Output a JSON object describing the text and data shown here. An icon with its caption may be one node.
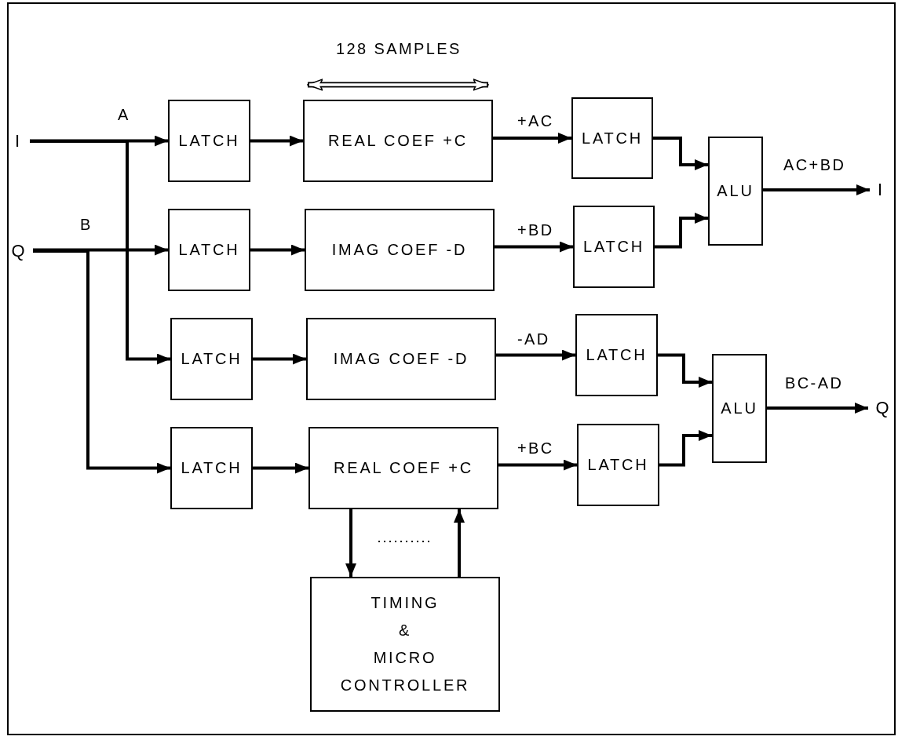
{
  "diagram": {
    "nodes": [
      {
        "text": [
          "I"
        ]
      },
      {
        "text": [
          "Q"
        ]
      },
      {
        "text": [
          "LATCH"
        ]
      },
      {
        "text": [
          "LATCH"
        ]
      },
      {
        "text": [
          "LATCH"
        ]
      },
      {
        "text": [
          "LATCH"
        ]
      },
      {
        "text": [
          "REAL COEF +C"
        ]
      },
      {
        "text": [
          "IMAG COEF -D"
        ]
      },
      {
        "text": [
          "IMAG COEF -D"
        ]
      },
      {
        "text": [
          "REAL COEF +C"
        ]
      },
      {
        "text": [
          "LATCH"
        ]
      },
      {
        "text": [
          "LATCH"
        ]
      },
      {
        "text": [
          "LATCH"
        ]
      },
      {
        "text": [
          "LATCH"
        ]
      },
      {
        "text": [
          "ALU"
        ]
      },
      {
        "text": [
          "ALU"
        ]
      },
      {
        "text": [
          "I"
        ]
      },
      {
        "text": [
          "Q"
        ]
      },
      {
        "text": [
          "TIMING & MICRO CONTROLLER"
        ]
      }
    ],
    "edges": [
      {
        "from": 0,
        "to": 2,
        "arrow": "to"
      },
      {
        "from": 0,
        "to": 4,
        "arrow": "to"
      },
      {
        "from": 1,
        "to": 3,
        "arrow": "to"
      },
      {
        "from": 1,
        "to": 5,
        "arrow": "to"
      },
      {
        "from": 2,
        "to": 6,
        "arrow": "to"
      },
      {
        "from": 3,
        "to": 7,
        "arrow": "to"
      },
      {
        "from": 4,
        "to": 8,
        "arrow": "to"
      },
      {
        "from": 5,
        "to": 9,
        "arrow": "to"
      },
      {
        "from": 6,
        "to": 10,
        "arrow": "to",
        "label": "+AC"
      },
      {
        "from": 7,
        "to": 11,
        "arrow": "to",
        "label": "+BD"
      },
      {
        "from": 8,
        "to": 12,
        "arrow": "to",
        "label": "-AD"
      },
      {
        "from": 9,
        "to": 13,
        "arrow": "to",
        "label": "+BC"
      },
      {
        "from": 10,
        "to": 14,
        "arrow": "to"
      },
      {
        "from": 11,
        "to": 14,
        "arrow": "to"
      },
      {
        "from": 12,
        "to": 15,
        "arrow": "to"
      },
      {
        "from": 13,
        "to": 15,
        "arrow": "to"
      },
      {
        "from": 14,
        "to": 16,
        "arrow": "to",
        "label": "AC+BD"
      },
      {
        "from": 15,
        "to": 17,
        "arrow": "to",
        "label": "BC-AD"
      },
      {
        "from": 9,
        "to": 18,
        "arrow": "to"
      },
      {
        "from": 18,
        "to": 9,
        "arrow": "to"
      }
    ],
    "labels": [
      "128 SAMPLES",
      "A",
      "B"
    ]
  }
}
